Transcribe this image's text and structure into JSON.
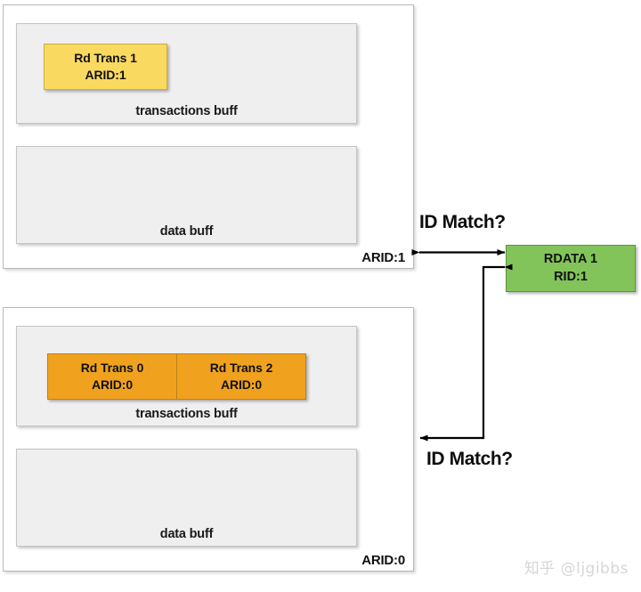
{
  "diagram": {
    "watermark": "知乎 @ljgibbs",
    "colors": {
      "chip_yellow": "#fad961",
      "chip_orange": "#f0a21f",
      "response_green": "#82c45a",
      "buff_gray": "#efefef",
      "arrow_black": "#000000"
    },
    "blocks": [
      {
        "id": "master-1",
        "arid_tag": "ARID:1",
        "transactions_buff": {
          "label": "transactions buff",
          "chips": [
            {
              "title": "Rd Trans 1",
              "arid": "ARID:1",
              "color": "yellow"
            }
          ]
        },
        "data_buff": {
          "label": "data buff"
        }
      },
      {
        "id": "master-0",
        "arid_tag": "ARID:0",
        "transactions_buff": {
          "label": "transactions buff",
          "chips": [
            {
              "title": "Rd Trans 0",
              "arid": "ARID:0",
              "color": "orange"
            },
            {
              "title": "Rd Trans 2",
              "arid": "ARID:0",
              "color": "orange"
            }
          ]
        },
        "data_buff": {
          "label": "data buff"
        }
      }
    ],
    "response": {
      "title": "RDATA 1",
      "rid": "RID:1"
    },
    "annotations": {
      "id_match_top": "ID Match?",
      "id_match_bottom": "ID Match?"
    }
  }
}
